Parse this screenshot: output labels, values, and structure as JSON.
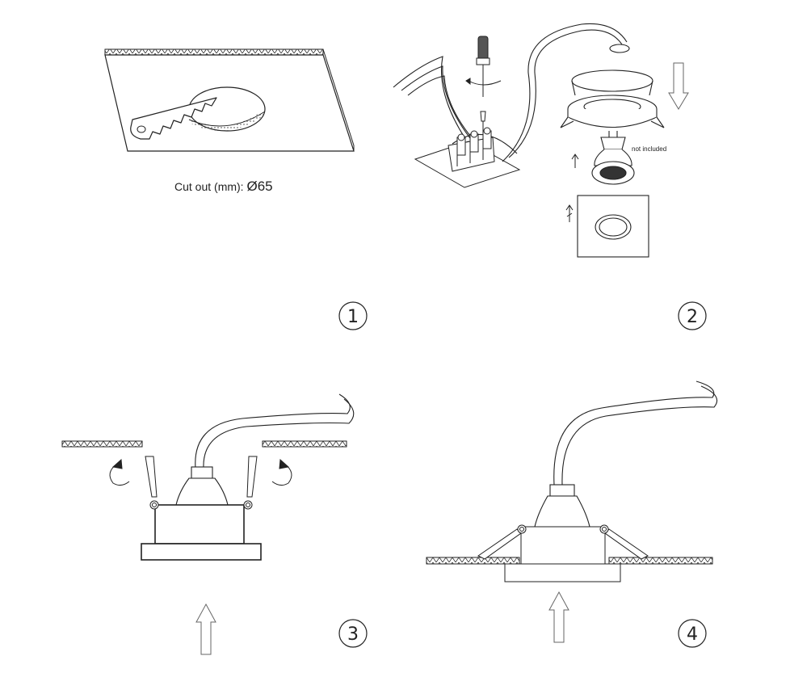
{
  "panel1": {
    "caption_prefix": "Cut out (mm): ",
    "caption_value": "Ø65",
    "step_number": "1"
  },
  "panel2": {
    "note": "not included",
    "step_number": "2"
  },
  "panel3": {
    "step_number": "3"
  },
  "panel4": {
    "step_number": "4"
  },
  "colors": {
    "line": "#222222",
    "arrow": "#666666"
  },
  "icons": [
    "saw-icon",
    "screwdriver-icon",
    "terminal-block-icon",
    "downlight-icon",
    "bulb-icon",
    "bezel-icon",
    "up-arrow-icon",
    "rotate-arrow-icon"
  ]
}
